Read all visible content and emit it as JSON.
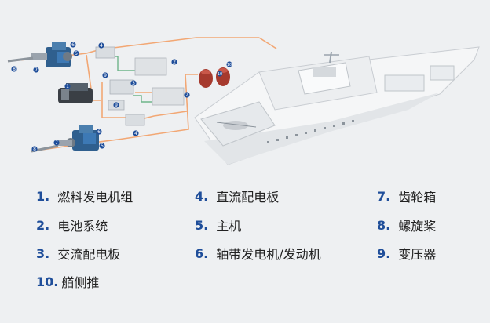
{
  "diagram": {
    "markers": [
      "1",
      "2",
      "3",
      "4",
      "5",
      "6",
      "7",
      "8",
      "9",
      "10"
    ]
  },
  "legend": [
    {
      "num": "1.",
      "label": "燃料发电机组"
    },
    {
      "num": "2.",
      "label": "电池系统"
    },
    {
      "num": "3.",
      "label": "交流配电板"
    },
    {
      "num": "4.",
      "label": "直流配电板"
    },
    {
      "num": "5.",
      "label": "主机"
    },
    {
      "num": "6.",
      "label": "轴带发电机/发动机"
    },
    {
      "num": "7.",
      "label": "齿轮箱"
    },
    {
      "num": "8.",
      "label": "螺旋桨"
    },
    {
      "num": "9.",
      "label": "变压器"
    },
    {
      "num": "10.",
      "label": "艏侧推"
    }
  ],
  "colors": {
    "marker": "#1f4e9a",
    "line_orange": "#f2a774",
    "line_green": "#6fb58a",
    "line_gray": "#9aa3ad",
    "ship_body": "#f5f6f7",
    "ship_shadow": "#c9cdd2",
    "thruster": "#a63a2e"
  }
}
